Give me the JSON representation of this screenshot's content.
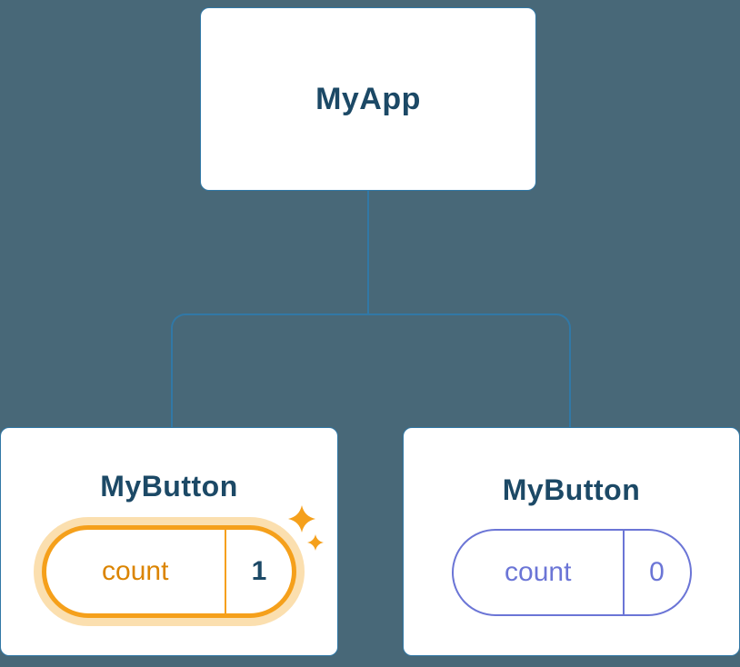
{
  "diagram": {
    "root": {
      "label": "MyApp"
    },
    "children": [
      {
        "label": "MyButton",
        "state_name": "count",
        "state_value": "1",
        "highlighted": true
      },
      {
        "label": "MyButton",
        "state_name": "count",
        "state_value": "0",
        "highlighted": false
      }
    ]
  },
  "icons": {
    "sparkle": "sparkle-icon"
  },
  "colors": {
    "background": "#486878",
    "card_bg": "#FFFFFF",
    "line": "#3178A6",
    "title_text": "#1C4966",
    "highlight": "#F5A01B",
    "highlight_glow": "rgba(248,196,110,0.55)",
    "highlight_text": "#DB8400",
    "purple": "#6B75D6"
  }
}
